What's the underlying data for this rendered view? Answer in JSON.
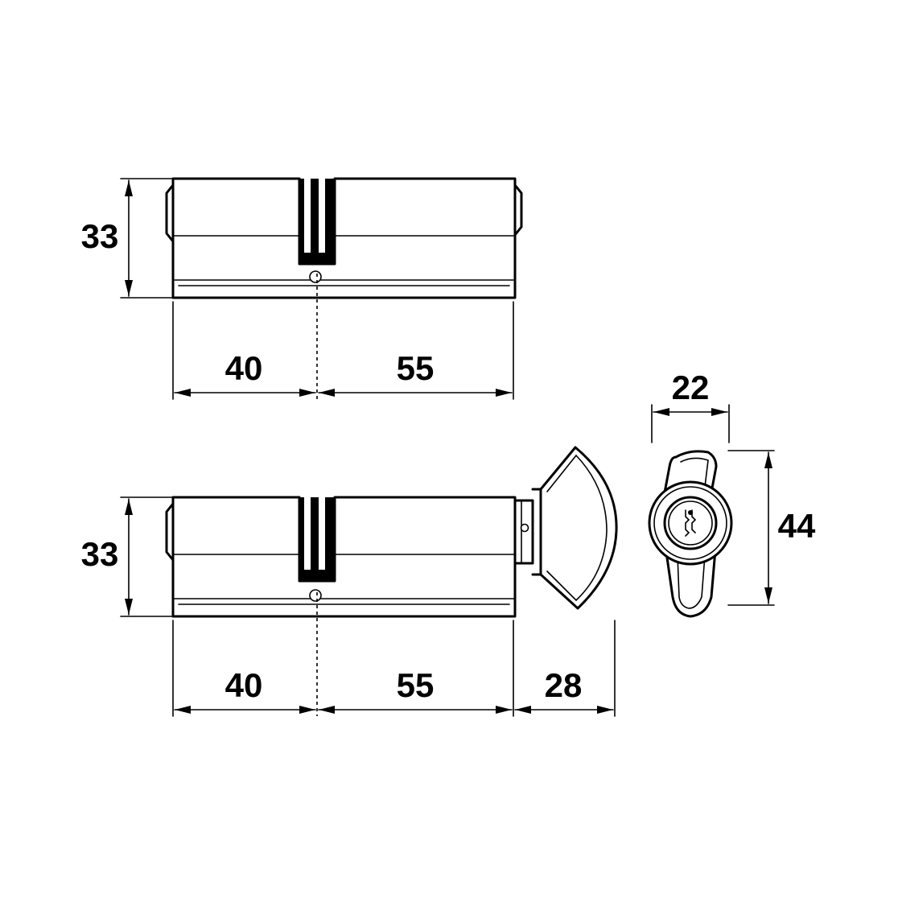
{
  "colors": {
    "stroke": "#000000",
    "background": "#ffffff"
  },
  "top_view": {
    "height": "33",
    "left_length": "40",
    "right_length": "55"
  },
  "bottom_view": {
    "height": "33",
    "left_length": "40",
    "right_length": "55",
    "knob_length": "28"
  },
  "end_view": {
    "width": "22",
    "height": "44"
  }
}
